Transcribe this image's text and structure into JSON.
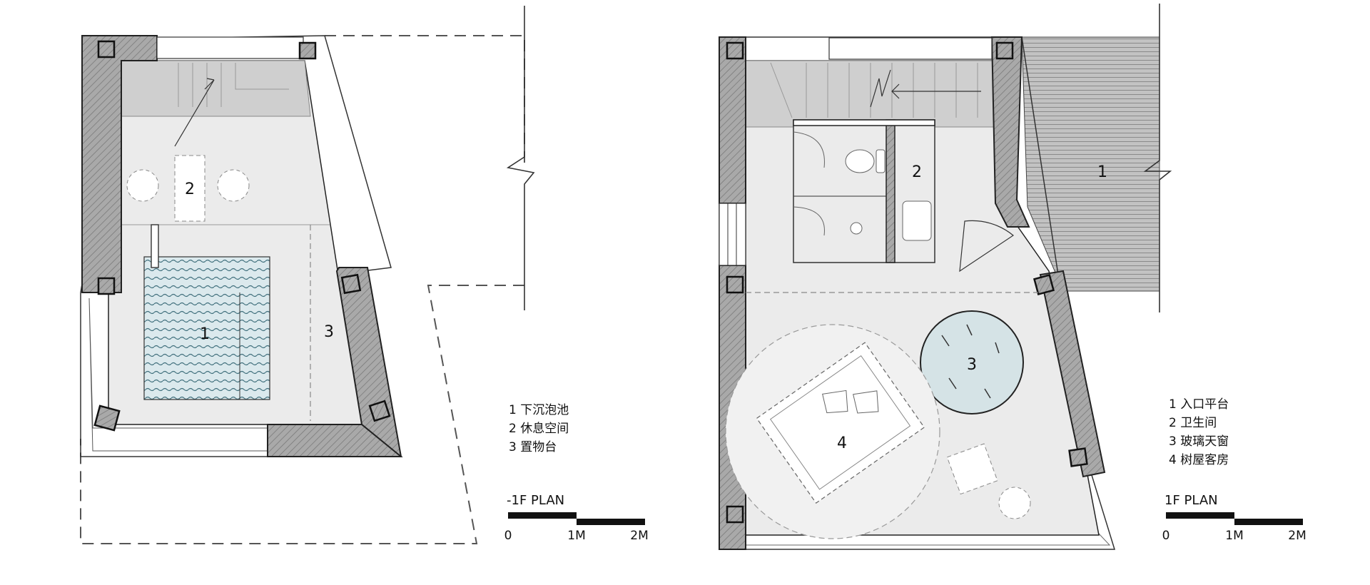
{
  "basement": {
    "title": "-1F  PLAN",
    "markers": [
      "1",
      "2",
      "3"
    ],
    "legend": [
      "1 下沉泡池",
      "2 休息空间",
      "3 置物台"
    ],
    "scale_ticks": [
      "0",
      "1M",
      "2M"
    ]
  },
  "ground": {
    "title": "1F  PLAN",
    "markers": [
      "1",
      "2",
      "3",
      "4"
    ],
    "legend": [
      "1 入口平台",
      "2 卫生间",
      "3 玻璃天窗",
      "4 树屋客房"
    ],
    "scale_ticks": [
      "0",
      "1M",
      "2M"
    ]
  },
  "colors": {
    "wall_fill": "#a9a9a9",
    "wall_hatch": "#777777",
    "room_fill": "#ebebeb",
    "stair_fill": "#cfcfcf",
    "pool_fill": "#d9e8ec",
    "skylight_fill": "#d5e3e6",
    "line": "#222222"
  }
}
